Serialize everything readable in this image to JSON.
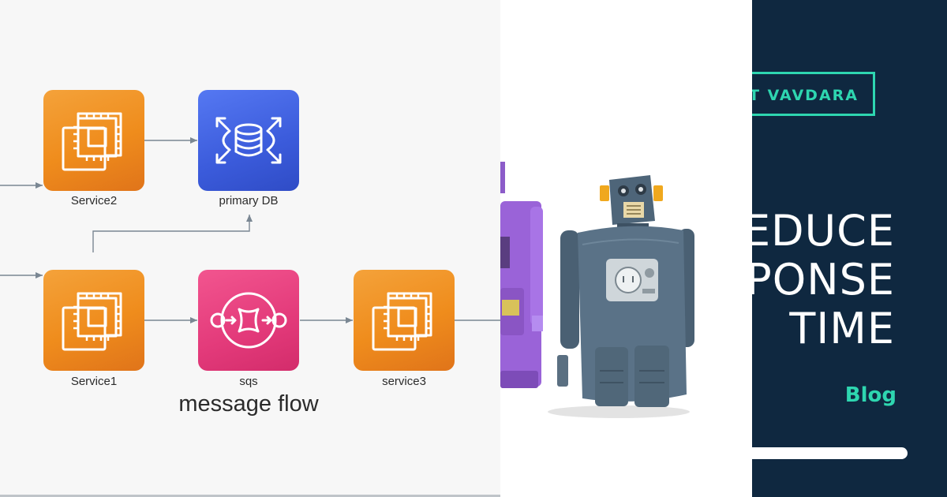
{
  "diagram": {
    "nodes": {
      "service2": {
        "label": "Service2",
        "icon": "ec2-instance-icon",
        "color": "#ef8c1c"
      },
      "primary_db": {
        "label": "primary DB",
        "icon": "rds-database-icon",
        "color": "#3b5bdb"
      },
      "service1": {
        "label": "Service1",
        "icon": "ec2-instance-icon",
        "color": "#ef8c1c"
      },
      "sqs": {
        "label": "sqs",
        "icon": "sqs-queue-icon",
        "color": "#e33a7a"
      },
      "service3": {
        "label": "service3",
        "icon": "ec2-instance-icon",
        "color": "#ef8c1c"
      }
    },
    "caption": "message flow",
    "connector_color": "#7a8793"
  },
  "photo": {
    "subject": "toy robots"
  },
  "brand": {
    "author": "LIT VAVDARA",
    "headline_lines": [
      "EDUCE",
      "PONSE",
      "TIME"
    ],
    "tag": "Blog",
    "accent_color": "#2ed6b0",
    "background_color": "#0f2840"
  }
}
